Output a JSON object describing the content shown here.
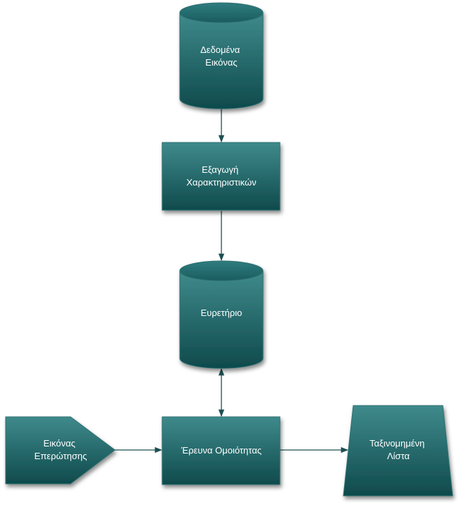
{
  "colors": {
    "node_fill_top": "#3f8a8c",
    "node_fill_bottom": "#0f4a4c",
    "node_stroke": "#2d6f72",
    "edge_color": "#1e4f52",
    "text_color": "#ffffff"
  },
  "nodes": {
    "image_data": {
      "shape": "cylinder",
      "lines": [
        "Δεδομένα",
        "Εικόνας"
      ]
    },
    "feature_extraction": {
      "shape": "rectangle",
      "lines": [
        "Εξαγωγή",
        "Χαρακτηριστικών"
      ]
    },
    "index": {
      "shape": "cylinder",
      "lines": [
        "Ευρετήριο"
      ]
    },
    "query_image": {
      "shape": "pentagon",
      "lines": [
        "Εικόνας",
        "Επερώτησης"
      ]
    },
    "similarity_search": {
      "shape": "rectangle",
      "lines": [
        "Έρευνα Ομοιότητας"
      ]
    },
    "ranked_list": {
      "shape": "trapezoid",
      "lines": [
        "Ταξινομημένη",
        "Λίστα"
      ]
    }
  },
  "edges": [
    {
      "from": "image_data",
      "to": "feature_extraction",
      "direction": "forward"
    },
    {
      "from": "feature_extraction",
      "to": "index",
      "direction": "forward"
    },
    {
      "from": "index",
      "to": "similarity_search",
      "direction": "both"
    },
    {
      "from": "query_image",
      "to": "similarity_search",
      "direction": "forward"
    },
    {
      "from": "similarity_search",
      "to": "ranked_list",
      "direction": "forward"
    }
  ]
}
